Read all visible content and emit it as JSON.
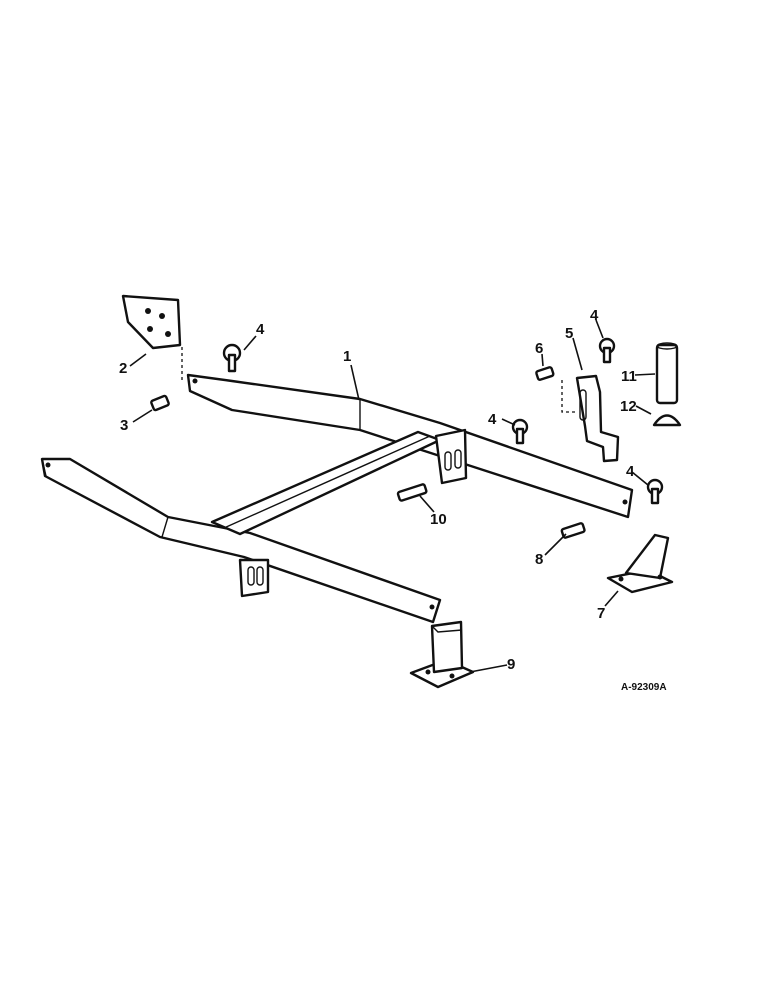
{
  "diagram": {
    "figure_number": "A-92309A",
    "callouts": [
      {
        "id": "c1",
        "label": "1"
      },
      {
        "id": "c2",
        "label": "2"
      },
      {
        "id": "c3",
        "label": "3"
      },
      {
        "id": "c4a",
        "label": "4"
      },
      {
        "id": "c4b",
        "label": "4"
      },
      {
        "id": "c4c",
        "label": "4"
      },
      {
        "id": "c4d",
        "label": "4"
      },
      {
        "id": "c5",
        "label": "5"
      },
      {
        "id": "c6",
        "label": "6"
      },
      {
        "id": "c7",
        "label": "7"
      },
      {
        "id": "c8",
        "label": "8"
      },
      {
        "id": "c9",
        "label": "9"
      },
      {
        "id": "c10",
        "label": "10"
      },
      {
        "id": "c11",
        "label": "11"
      },
      {
        "id": "c12",
        "label": "12"
      }
    ]
  }
}
